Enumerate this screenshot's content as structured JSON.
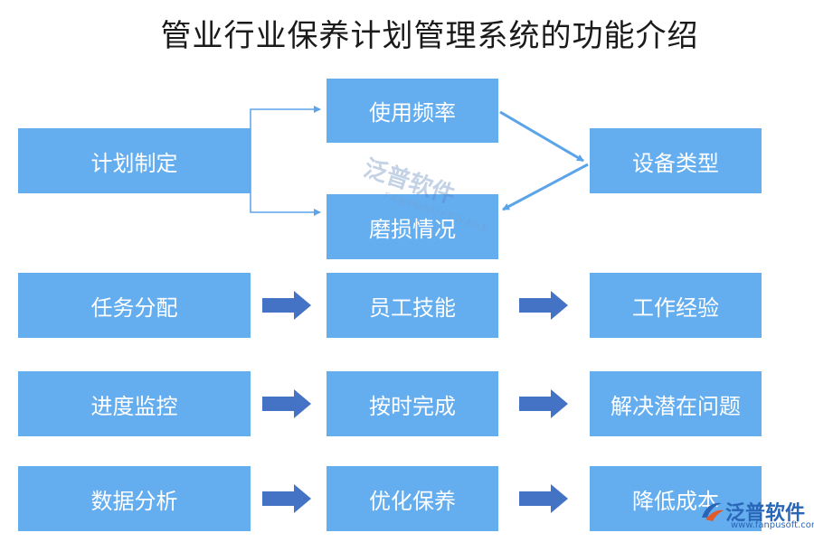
{
  "title": "管业行业保养计划管理系统的功能介绍",
  "colors": {
    "box": "#64aef0",
    "thin_arrow": "#5ba4ea",
    "block_arrow": "#4472c4"
  },
  "rows": {
    "plan": {
      "main": "计划制定",
      "upper": "使用频率",
      "lower": "磨损情况",
      "result": "设备类型"
    },
    "task": {
      "left": "任务分配",
      "middle": "员工技能",
      "right": "工作经验"
    },
    "progress": {
      "left": "进度监控",
      "middle": "按时完成",
      "right": "解决潜在问题"
    },
    "analysis": {
      "left": "数据分析",
      "middle": "优化保养",
      "right": "降低成本"
    }
  },
  "watermark": {
    "name": "泛普软件",
    "sub": "FANPUSOFTWARE"
  },
  "logo": {
    "name": "泛普软件",
    "url": "www.fanpusoft.com",
    "icon": "fanpu-logo-icon"
  }
}
